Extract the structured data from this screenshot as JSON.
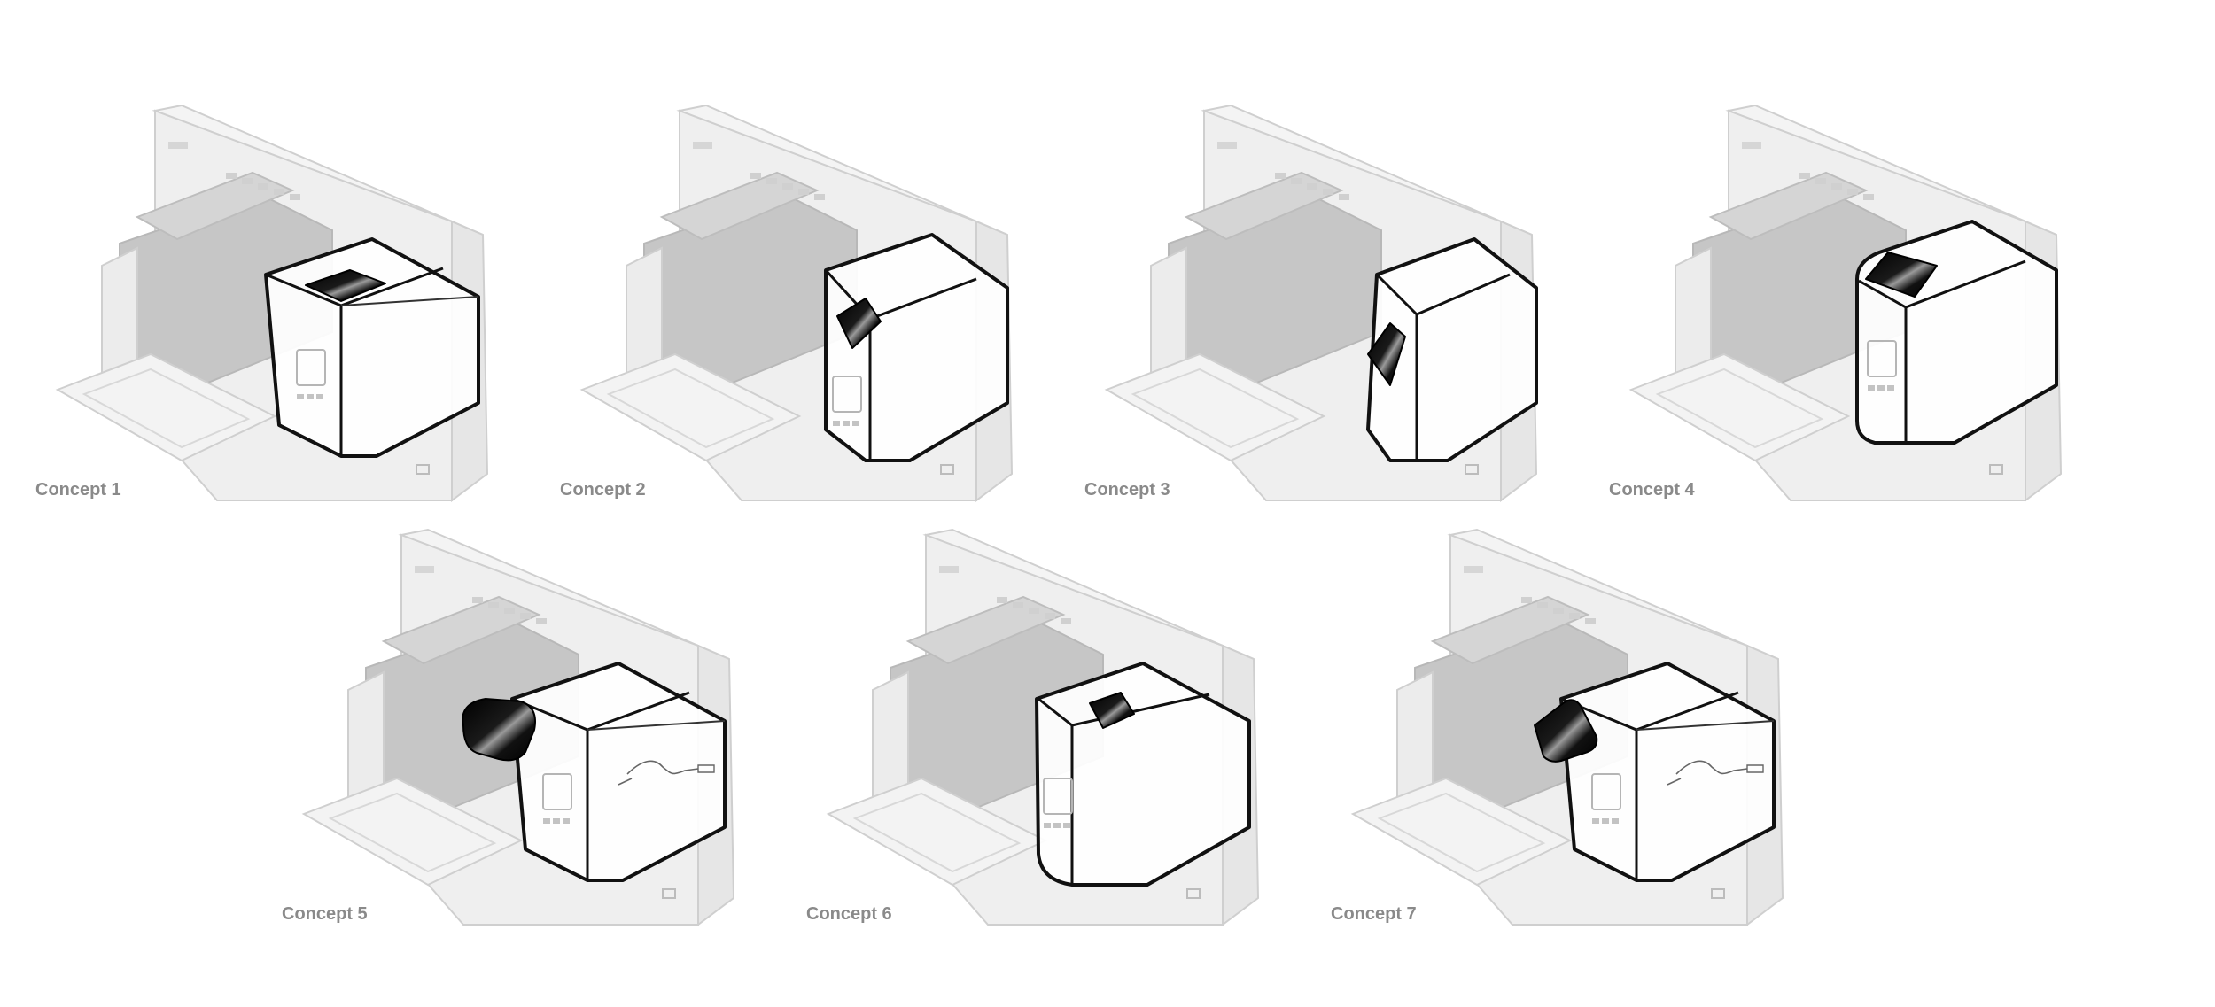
{
  "concepts": [
    {
      "label": "Concept 1",
      "module": "flat-top",
      "display": "flat"
    },
    {
      "label": "Concept 2",
      "module": "sloped-front",
      "display": "sloped"
    },
    {
      "label": "Concept 3",
      "module": "angled-corner",
      "display": "vertical"
    },
    {
      "label": "Concept 4",
      "module": "rounded-top",
      "display": "tilted"
    },
    {
      "label": "Concept 5",
      "module": "flat-top-tethered",
      "display": "attached-tab",
      "tethered": true
    },
    {
      "label": "Concept 6",
      "module": "framed-top",
      "display": "recessed"
    },
    {
      "label": "Concept 7",
      "module": "flat-top-tethered",
      "display": "standing-tab",
      "tethered": true
    }
  ],
  "colors": {
    "machine_fill": "#efefef",
    "machine_stroke": "#cfcfcf",
    "machine_dark": "#c6c6c6",
    "outline": "#111111",
    "label": "#8a8a8a"
  }
}
